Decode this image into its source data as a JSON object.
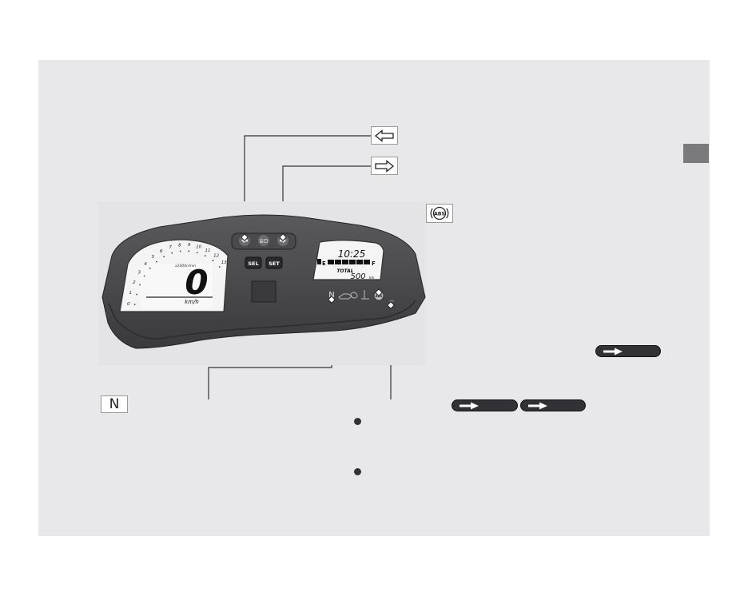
{
  "callouts": {
    "left_turn_icon": "left-arrow-outline",
    "right_turn_icon": "right-arrow-outline",
    "abs_label": "ABS",
    "neutral_label": "N"
  },
  "cluster": {
    "speed_value": "0",
    "speed_unit": "km/h",
    "clock": "10:25",
    "odometer_label": "TOTAL",
    "odometer_value": "500",
    "odometer_unit": "km",
    "rpm_label": "x1000r/min",
    "tach_ticks": [
      "0",
      "1",
      "2",
      "3",
      "4",
      "5",
      "6",
      "7",
      "8",
      "9",
      "10",
      "11",
      "12",
      "13"
    ],
    "sel_button": "SEL",
    "set_button": "SET",
    "neutral_indicator": "N",
    "fuel_empty": "E",
    "fuel_full": "F"
  },
  "references": {
    "count": 3,
    "color": "#323236"
  },
  "bullets": {
    "count": 2
  }
}
